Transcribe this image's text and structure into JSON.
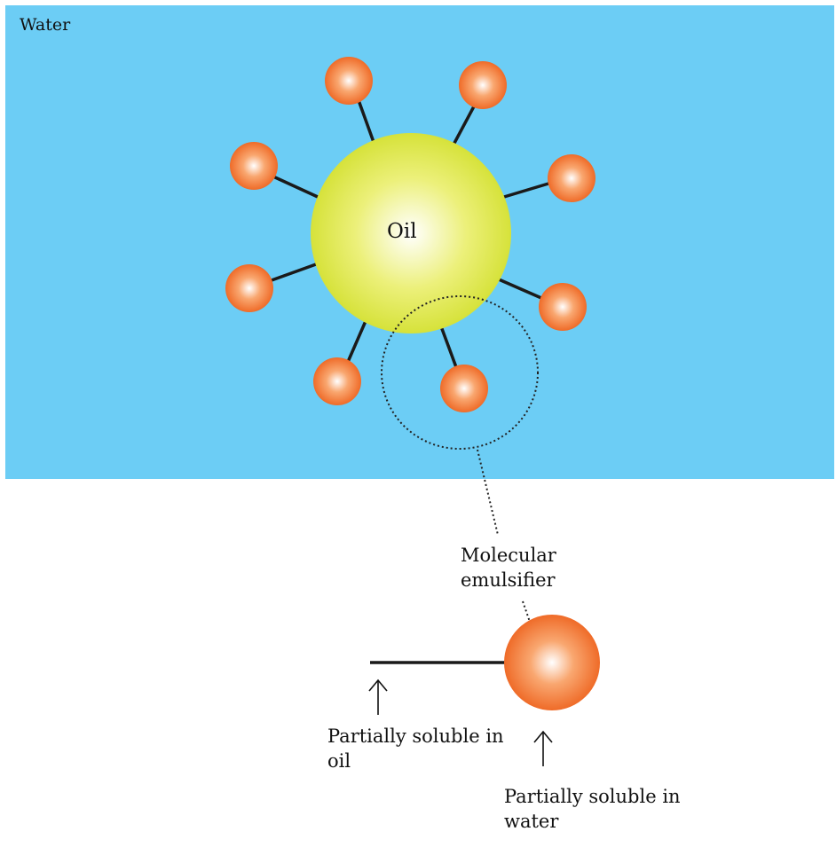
{
  "labels": {
    "water": "Water",
    "oil": "Oil",
    "emulsifier_line1": "Molecular",
    "emulsifier_line2": "emulsifier",
    "oil_soluble_line1": "Partially soluble in",
    "oil_soluble_line2": "oil",
    "water_soluble_line1": "Partially soluble in",
    "water_soluble_line2": "water"
  },
  "colors": {
    "water": "#6ccdf5",
    "oil_center": "#ffffff",
    "oil_edge": "#d7e33c",
    "head_center": "#ffffff",
    "head_edge": "#f06f2c",
    "tail": "#1a1a1a"
  },
  "emulsifier_count_around_droplet": 8
}
